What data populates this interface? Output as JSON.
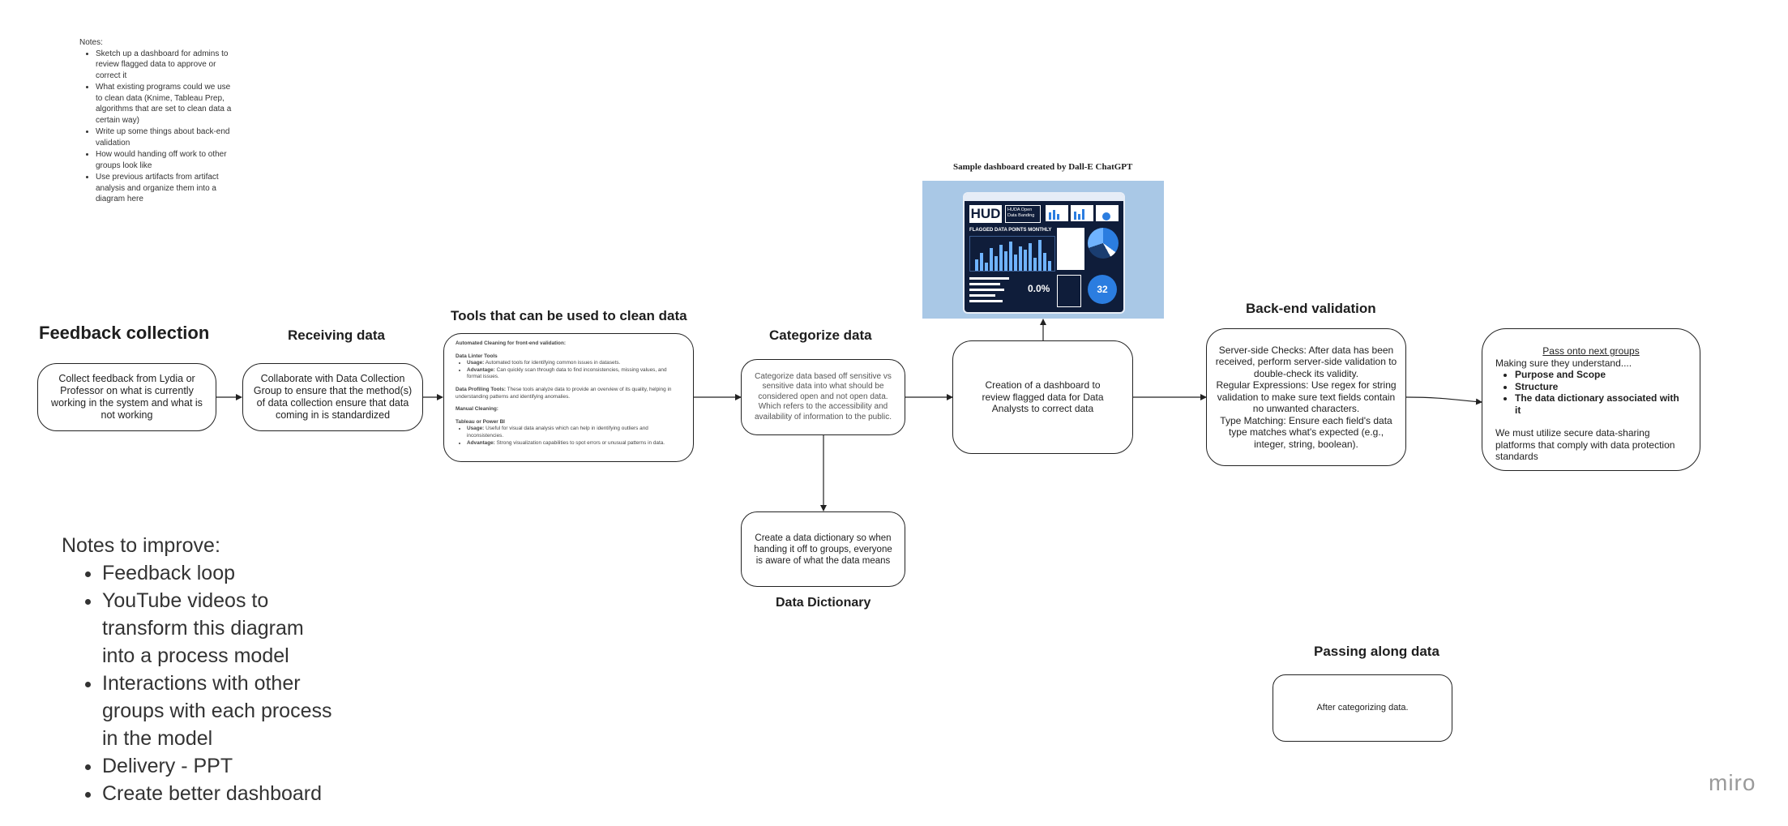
{
  "notes_top": {
    "heading": "Notes:",
    "items": [
      "Sketch up a dashboard for admins to review flagged data to approve or correct it",
      "What existing programs could we use to clean data (Knime, Tableau Prep, algorithms that are set to clean data a certain way)",
      "Write up some things about back-end validation",
      "How would handing off work to other groups look like",
      "Use previous artifacts from artifact analysis and organize them into a diagram here"
    ]
  },
  "feedback": {
    "title": "Feedback collection",
    "text": "Collect feedback from Lydia or Professor on what is currently working in the system and what is not working"
  },
  "receiving": {
    "title": "Receiving data",
    "text": "Collaborate with Data Collection Group to ensure that the method(s) of data collection ensure that data coming in is standardized"
  },
  "tools": {
    "title": "Tools that can be used to clean data",
    "intro": "Automated Cleaning for front-end validation:",
    "linter_head": "Data Linter Tools",
    "linter_usage_label": "Usage:",
    "linter_usage": "Automated tools for identifying common issues in datasets.",
    "linter_adv_label": "Advantage:",
    "linter_adv": "Can quickly scan through data to find inconsistencies, missing values, and format issues.",
    "profiling_label": "Data Profiling Tools:",
    "profiling": "These tools analyze data to provide an overview of its quality, helping in understanding patterns and identifying anomalies.",
    "manual": "Manual Cleaning:",
    "tableau_head": "Tableau or Power BI",
    "tableau_usage_label": "Usage:",
    "tableau_usage": "Useful for visual data analysis which can help in identifying outliers and inconsistencies.",
    "tableau_adv_label": "Advantage:",
    "tableau_adv": "Strong visualization capabilities to spot errors or unusual patterns in data."
  },
  "categorize": {
    "title": "Categorize data",
    "text": "Categorize data based off sensitive vs sensitive data into what should be considered open and not open data.\nWhich refers to the accessibility and availability of information to the public."
  },
  "dictionary": {
    "title": "Data Dictionary",
    "text": "Create a data dictionary so when handing it off to groups, everyone is aware of what the data means"
  },
  "dashboard_box": {
    "text": "Creation of a dashboard to review flagged data for Data Analysts to correct data"
  },
  "sample": {
    "caption": "Sample dashboard created by Dall-E ChatGPT",
    "logo": "HUD",
    "subtitle": "HUDA Open Data Banding",
    "chart_title": "FLAGGED DATA POINTS MONTHLY",
    "stat1": "0.0%",
    "stat2": "32"
  },
  "backend": {
    "title": "Back-end validation",
    "text": "Server-side Checks: After data has been received, perform server-side validation to double-check its validity.\nRegular Expressions: Use regex for string validation to make sure text fields contain no unwanted characters.\nType Matching: Ensure each field's data type matches what's expected (e.g., integer, string, boolean)."
  },
  "pass": {
    "heading": "Pass onto next groups",
    "intro": "Making sure they understand....",
    "items": [
      "Purpose and Scope",
      "Structure",
      "The data dictionary associated with it"
    ],
    "footer": "We must utilize secure data-sharing platforms that comply with data protection standards"
  },
  "passing": {
    "title": "Passing along data",
    "text": "After categorizing data."
  },
  "notes_bottom": {
    "heading": "Notes to improve:",
    "items": [
      "Feedback loop",
      "YouTube videos to transform this diagram into a process model",
      "Interactions with other groups with each process in the model",
      "Delivery - PPT",
      "Create better dashboard"
    ]
  },
  "brand": "miro",
  "colors": {
    "stroke": "#222222",
    "dashboard_bg": "#a9c8e6",
    "dashboard_panel": "#0f1d3a",
    "accent": "#2b7de0"
  }
}
